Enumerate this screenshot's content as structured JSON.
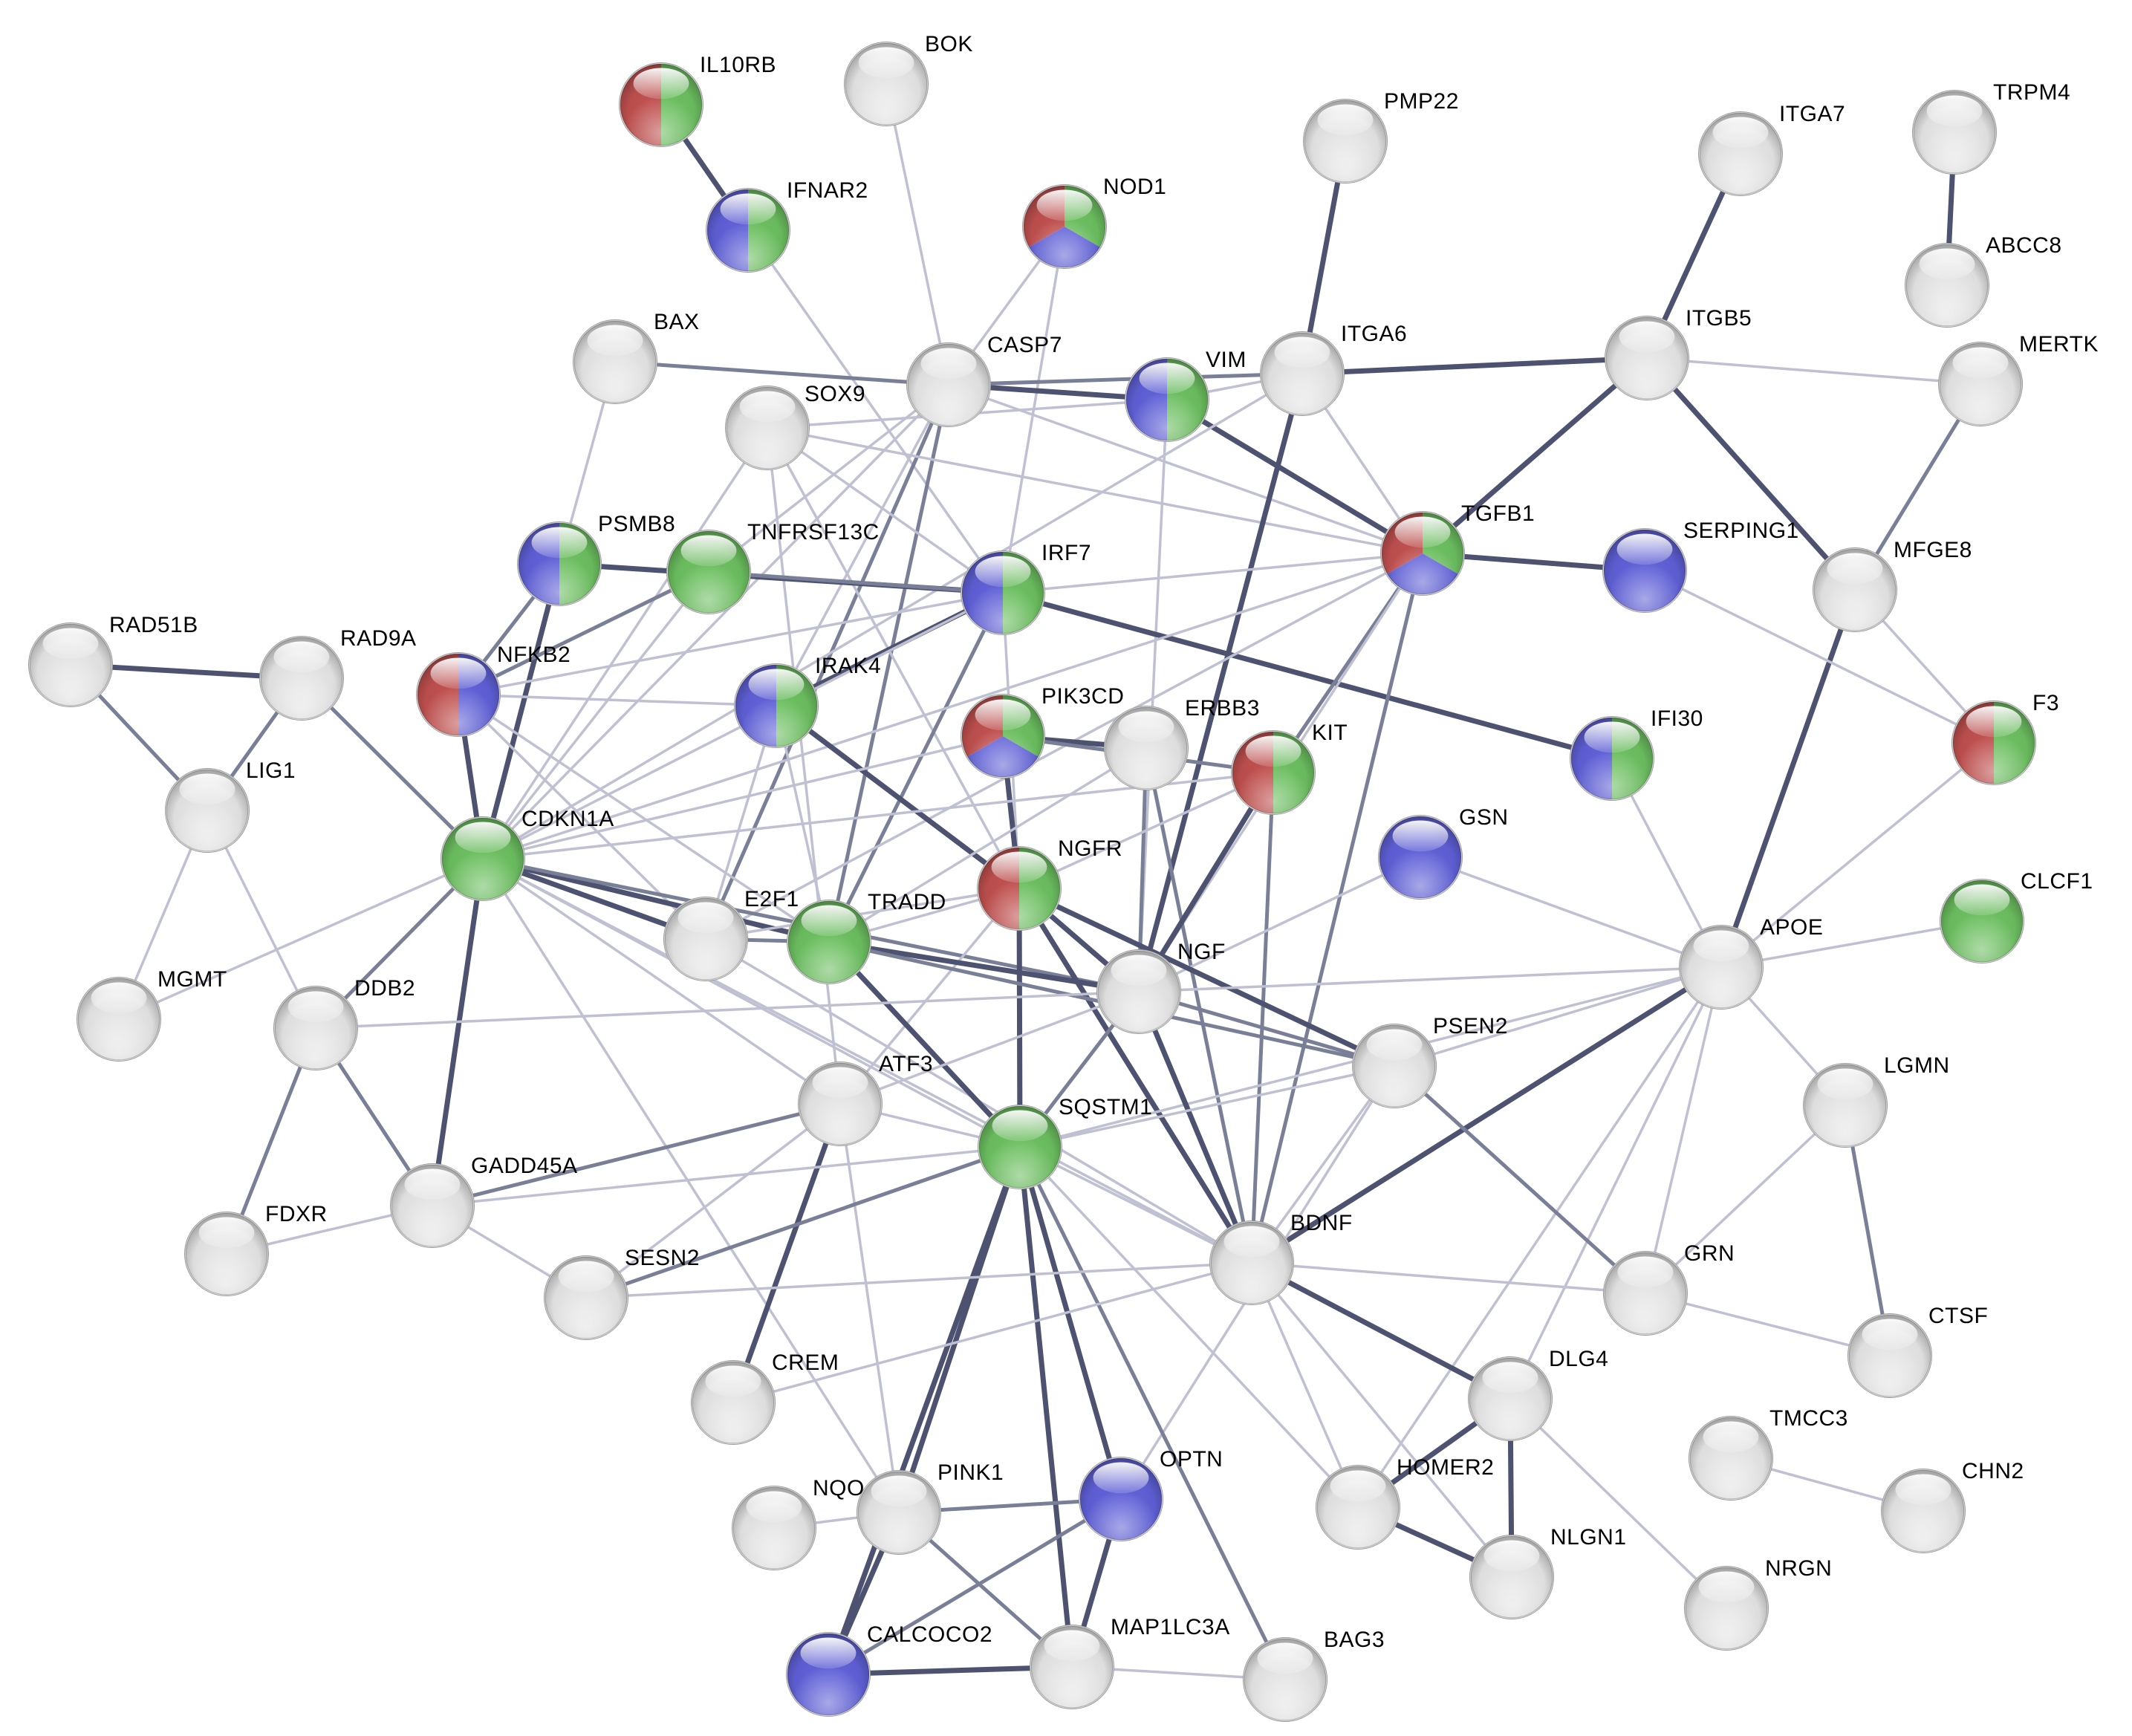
{
  "colors": {
    "red": "#c0504f",
    "green": "#6cbf60",
    "blue": "#6060d8",
    "white": "#e6e6e6",
    "edge_strong": "#4d5270",
    "edge_medium": "#7a7f98",
    "edge_weak": "#bfc1d2"
  },
  "nodes": [
    {
      "id": "IL10RB",
      "label": "IL10RB",
      "colors": [
        "red",
        "green"
      ]
    },
    {
      "id": "BOK",
      "label": "BOK",
      "colors": []
    },
    {
      "id": "IFNAR2",
      "label": "IFNAR2",
      "colors": [
        "blue",
        "green"
      ]
    },
    {
      "id": "NOD1",
      "label": "NOD1",
      "colors": [
        "red",
        "green",
        "blue"
      ]
    },
    {
      "id": "PMP22",
      "label": "PMP22",
      "colors": []
    },
    {
      "id": "ITGA7",
      "label": "ITGA7",
      "colors": []
    },
    {
      "id": "TRPM4",
      "label": "TRPM4",
      "colors": []
    },
    {
      "id": "ABCC8",
      "label": "ABCC8",
      "colors": []
    },
    {
      "id": "BAX",
      "label": "BAX",
      "colors": []
    },
    {
      "id": "CASP7",
      "label": "CASP7",
      "colors": []
    },
    {
      "id": "SOX9",
      "label": "SOX9",
      "colors": []
    },
    {
      "id": "VIM",
      "label": "VIM",
      "colors": [
        "blue",
        "green"
      ]
    },
    {
      "id": "ITGA6",
      "label": "ITGA6",
      "colors": []
    },
    {
      "id": "ITGB5",
      "label": "ITGB5",
      "colors": []
    },
    {
      "id": "MERTK",
      "label": "MERTK",
      "colors": []
    },
    {
      "id": "PSMB8",
      "label": "PSMB8",
      "colors": [
        "blue",
        "green"
      ]
    },
    {
      "id": "TNFRSF13C",
      "label": "TNFRSF13C",
      "colors": [
        "green"
      ]
    },
    {
      "id": "IRF7",
      "label": "IRF7",
      "colors": [
        "blue",
        "green"
      ]
    },
    {
      "id": "TGFB1",
      "label": "TGFB1",
      "colors": [
        "red",
        "green",
        "blue"
      ]
    },
    {
      "id": "SERPING1",
      "label": "SERPING1",
      "colors": [
        "blue"
      ]
    },
    {
      "id": "MFGE8",
      "label": "MFGE8",
      "colors": []
    },
    {
      "id": "RAD51B",
      "label": "RAD51B",
      "colors": []
    },
    {
      "id": "RAD9A",
      "label": "RAD9A",
      "colors": []
    },
    {
      "id": "NFKB2",
      "label": "NFKB2",
      "colors": [
        "red",
        "blue"
      ]
    },
    {
      "id": "IRAK4",
      "label": "IRAK4",
      "colors": [
        "blue",
        "green"
      ]
    },
    {
      "id": "PIK3CD",
      "label": "PIK3CD",
      "colors": [
        "red",
        "green",
        "blue"
      ]
    },
    {
      "id": "ERBB3",
      "label": "ERBB3",
      "colors": []
    },
    {
      "id": "KIT",
      "label": "KIT",
      "colors": [
        "red",
        "green"
      ]
    },
    {
      "id": "IFI30",
      "label": "IFI30",
      "colors": [
        "blue",
        "green"
      ]
    },
    {
      "id": "F3",
      "label": "F3",
      "colors": [
        "red",
        "green"
      ]
    },
    {
      "id": "LIG1",
      "label": "LIG1",
      "colors": []
    },
    {
      "id": "CDKN1A",
      "label": "CDKN1A",
      "colors": [
        "green"
      ]
    },
    {
      "id": "GSN",
      "label": "GSN",
      "colors": [
        "blue"
      ]
    },
    {
      "id": "NGFR",
      "label": "NGFR",
      "colors": [
        "red",
        "green"
      ]
    },
    {
      "id": "E2F1",
      "label": "E2F1",
      "colors": []
    },
    {
      "id": "TRADD",
      "label": "TRADD",
      "colors": [
        "green"
      ]
    },
    {
      "id": "CLCF1",
      "label": "CLCF1",
      "colors": [
        "green"
      ]
    },
    {
      "id": "APOE",
      "label": "APOE",
      "colors": []
    },
    {
      "id": "MGMT",
      "label": "MGMT",
      "colors": []
    },
    {
      "id": "DDB2",
      "label": "DDB2",
      "colors": []
    },
    {
      "id": "NGF",
      "label": "NGF",
      "colors": []
    },
    {
      "id": "PSEN2",
      "label": "PSEN2",
      "colors": []
    },
    {
      "id": "LGMN",
      "label": "LGMN",
      "colors": []
    },
    {
      "id": "ATF3",
      "label": "ATF3",
      "colors": []
    },
    {
      "id": "SQSTM1",
      "label": "SQSTM1",
      "colors": [
        "green"
      ]
    },
    {
      "id": "GADD45A",
      "label": "GADD45A",
      "colors": []
    },
    {
      "id": "FDXR",
      "label": "FDXR",
      "colors": []
    },
    {
      "id": "BDNF",
      "label": "BDNF",
      "colors": []
    },
    {
      "id": "SESN2",
      "label": "SESN2",
      "colors": []
    },
    {
      "id": "GRN",
      "label": "GRN",
      "colors": []
    },
    {
      "id": "CTSF",
      "label": "CTSF",
      "colors": []
    },
    {
      "id": "CREM",
      "label": "CREM",
      "colors": []
    },
    {
      "id": "DLG4",
      "label": "DLG4",
      "colors": []
    },
    {
      "id": "TMCC3",
      "label": "TMCC3",
      "colors": []
    },
    {
      "id": "CHN2",
      "label": "CHN2",
      "colors": []
    },
    {
      "id": "NQO1",
      "label": "NQO",
      "colors": []
    },
    {
      "id": "PINK1",
      "label": "PINK1",
      "colors": []
    },
    {
      "id": "OPTN",
      "label": "OPTN",
      "colors": [
        "blue"
      ]
    },
    {
      "id": "HOMER2",
      "label": "HOMER2",
      "colors": []
    },
    {
      "id": "NLGN1",
      "label": "NLGN1",
      "colors": []
    },
    {
      "id": "NRGN",
      "label": "NRGN",
      "colors": []
    },
    {
      "id": "CALCOCO2",
      "label": "CALCOCO2",
      "colors": [
        "blue"
      ]
    },
    {
      "id": "MAP1LC3A",
      "label": "MAP1LC3A",
      "colors": []
    },
    {
      "id": "BAG3",
      "label": "BAG3",
      "colors": []
    }
  ],
  "edges": [
    [
      "IL10RB",
      "IFNAR2",
      "strong"
    ],
    [
      "IFNAR2",
      "IRF7",
      "weak"
    ],
    [
      "BOK",
      "CASP7",
      "weak"
    ],
    [
      "NOD1",
      "CASP7",
      "weak"
    ],
    [
      "NOD1",
      "IRF7",
      "weak"
    ],
    [
      "PMP22",
      "ITGA6",
      "strong"
    ],
    [
      "ITGA7",
      "ITGB5",
      "strong"
    ],
    [
      "TRPM4",
      "ABCC8",
      "strong"
    ],
    [
      "BAX",
      "CASP7",
      "medium"
    ],
    [
      "BAX",
      "PSMB8",
      "weak"
    ],
    [
      "CASP7",
      "VIM",
      "strong"
    ],
    [
      "CASP7",
      "ITGA6",
      "medium"
    ],
    [
      "CASP7",
      "TNFRSF13C",
      "weak"
    ],
    [
      "CASP7",
      "E2F1",
      "medium"
    ],
    [
      "CASP7",
      "TRADD",
      "medium"
    ],
    [
      "CASP7",
      "CDKN1A",
      "weak"
    ],
    [
      "CASP7",
      "TGFB1",
      "weak"
    ],
    [
      "CASP7",
      "IRAK4",
      "weak"
    ],
    [
      "SOX9",
      "TGFB1",
      "weak"
    ],
    [
      "SOX9",
      "ATF3",
      "weak"
    ],
    [
      "SOX9",
      "IRF7",
      "weak"
    ],
    [
      "SOX9",
      "NGFR",
      "weak"
    ],
    [
      "SOX9",
      "CDKN1A",
      "weak"
    ],
    [
      "SOX9",
      "VIM",
      "weak"
    ],
    [
      "VIM",
      "ITGA6",
      "weak"
    ],
    [
      "VIM",
      "TGFB1",
      "strong"
    ],
    [
      "VIM",
      "NGF",
      "weak"
    ],
    [
      "ITGA6",
      "ITGB5",
      "strong"
    ],
    [
      "ITGA6",
      "TGFB1",
      "weak"
    ],
    [
      "ITGA6",
      "NGF",
      "strong"
    ],
    [
      "ITGA6",
      "CDKN1A",
      "weak"
    ],
    [
      "ITGB5",
      "TGFB1",
      "strong"
    ],
    [
      "ITGB5",
      "MFGE8",
      "strong"
    ],
    [
      "ITGB5",
      "MERTK",
      "weak"
    ],
    [
      "MERTK",
      "MFGE8",
      "medium"
    ],
    [
      "MFGE8",
      "F3",
      "weak"
    ],
    [
      "MFGE8",
      "APOE",
      "strong"
    ],
    [
      "PSMB8",
      "IRF7",
      "strong"
    ],
    [
      "PSMB8",
      "NFKB2",
      "medium"
    ],
    [
      "PSMB8",
      "CDKN1A",
      "strong"
    ],
    [
      "TNFRSF13C",
      "NFKB2",
      "medium"
    ],
    [
      "TNFRSF13C",
      "IRF7",
      "medium"
    ],
    [
      "TNFRSF13C",
      "CDKN1A",
      "weak"
    ],
    [
      "IRF7",
      "IFI30",
      "strong"
    ],
    [
      "IRF7",
      "IRAK4",
      "strong"
    ],
    [
      "IRF7",
      "TGFB1",
      "weak"
    ],
    [
      "IRF7",
      "TRADD",
      "medium"
    ],
    [
      "IRF7",
      "CDKN1A",
      "weak"
    ],
    [
      "IRF7",
      "NFKB2",
      "weak"
    ],
    [
      "IRF7",
      "NGFR",
      "weak"
    ],
    [
      "TGFB1",
      "SERPING1",
      "strong"
    ],
    [
      "TGFB1",
      "KIT",
      "medium"
    ],
    [
      "TGFB1",
      "BDNF",
      "medium"
    ],
    [
      "TGFB1",
      "CDKN1A",
      "weak"
    ],
    [
      "TGFB1",
      "NGF",
      "weak"
    ],
    [
      "TGFB1",
      "E2F1",
      "weak"
    ],
    [
      "SERPING1",
      "F3",
      "weak"
    ],
    [
      "RAD51B",
      "RAD9A",
      "strong"
    ],
    [
      "RAD51B",
      "LIG1",
      "medium"
    ],
    [
      "RAD9A",
      "LIG1",
      "medium"
    ],
    [
      "RAD9A",
      "CDKN1A",
      "medium"
    ],
    [
      "NFKB2",
      "IRAK4",
      "weak"
    ],
    [
      "NFKB2",
      "CDKN1A",
      "strong"
    ],
    [
      "NFKB2",
      "E2F1",
      "weak"
    ],
    [
      "NFKB2",
      "TRADD",
      "weak"
    ],
    [
      "IRAK4",
      "TRADD",
      "weak"
    ],
    [
      "IRAK4",
      "NGFR",
      "strong"
    ],
    [
      "IRAK4",
      "E2F1",
      "weak"
    ],
    [
      "PIK3CD",
      "ERBB3",
      "strong"
    ],
    [
      "PIK3CD",
      "NGFR",
      "strong"
    ],
    [
      "PIK3CD",
      "KIT",
      "medium"
    ],
    [
      "PIK3CD",
      "CDKN1A",
      "weak"
    ],
    [
      "ERBB3",
      "NGF",
      "medium"
    ],
    [
      "ERBB3",
      "BDNF",
      "medium"
    ],
    [
      "ERBB3",
      "TRADD",
      "weak"
    ],
    [
      "KIT",
      "NGF",
      "strong"
    ],
    [
      "KIT",
      "NGFR",
      "weak"
    ],
    [
      "KIT",
      "BDNF",
      "medium"
    ],
    [
      "KIT",
      "CDKN1A",
      "weak"
    ],
    [
      "IFI30",
      "APOE",
      "weak"
    ],
    [
      "F3",
      "APOE",
      "weak"
    ],
    [
      "LIG1",
      "MGMT",
      "weak"
    ],
    [
      "LIG1",
      "DDB2",
      "weak"
    ],
    [
      "CDKN1A",
      "E2F1",
      "strong"
    ],
    [
      "CDKN1A",
      "TRADD",
      "strong"
    ],
    [
      "CDKN1A",
      "DDB2",
      "medium"
    ],
    [
      "CDKN1A",
      "GADD45A",
      "strong"
    ],
    [
      "CDKN1A",
      "MGMT",
      "weak"
    ],
    [
      "CDKN1A",
      "NGF",
      "medium"
    ],
    [
      "CDKN1A",
      "ATF3",
      "weak"
    ],
    [
      "CDKN1A",
      "SQSTM1",
      "weak"
    ],
    [
      "CDKN1A",
      "BDNF",
      "weak"
    ],
    [
      "CDKN1A",
      "PINK1",
      "weak"
    ],
    [
      "GSN",
      "APOE",
      "weak"
    ],
    [
      "GSN",
      "NGF",
      "weak"
    ],
    [
      "NGFR",
      "TRADD",
      "weak"
    ],
    [
      "NGFR",
      "NGF",
      "strong"
    ],
    [
      "NGFR",
      "BDNF",
      "strong"
    ],
    [
      "NGFR",
      "SQSTM1",
      "strong"
    ],
    [
      "NGFR",
      "PSEN2",
      "strong"
    ],
    [
      "NGFR",
      "ATF3",
      "weak"
    ],
    [
      "NGFR",
      "E2F1",
      "weak"
    ],
    [
      "E2F1",
      "TRADD",
      "medium"
    ],
    [
      "E2F1",
      "BDNF",
      "weak"
    ],
    [
      "TRADD",
      "SQSTM1",
      "strong"
    ],
    [
      "TRADD",
      "NGF",
      "strong"
    ],
    [
      "TRADD",
      "PSEN2",
      "medium"
    ],
    [
      "CLCF1",
      "APOE",
      "weak"
    ],
    [
      "APOE",
      "PSEN2",
      "weak"
    ],
    [
      "APOE",
      "BDNF",
      "strong"
    ],
    [
      "APOE",
      "NGF",
      "weak"
    ],
    [
      "APOE",
      "GRN",
      "weak"
    ],
    [
      "APOE",
      "LGMN",
      "weak"
    ],
    [
      "APOE",
      "SQSTM1",
      "weak"
    ],
    [
      "APOE",
      "DLG4",
      "weak"
    ],
    [
      "APOE",
      "HOMER2",
      "weak"
    ],
    [
      "DDB2",
      "FDXR",
      "medium"
    ],
    [
      "DDB2",
      "GADD45A",
      "medium"
    ],
    [
      "DDB2",
      "NGF",
      "weak"
    ],
    [
      "NGF",
      "BDNF",
      "strong"
    ],
    [
      "NGF",
      "PSEN2",
      "medium"
    ],
    [
      "NGF",
      "SQSTM1",
      "medium"
    ],
    [
      "NGF",
      "ATF3",
      "weak"
    ],
    [
      "PSEN2",
      "SQSTM1",
      "weak"
    ],
    [
      "PSEN2",
      "GRN",
      "medium"
    ],
    [
      "PSEN2",
      "BDNF",
      "weak"
    ],
    [
      "PSEN2",
      "OPTN",
      "weak"
    ],
    [
      "LGMN",
      "CTSF",
      "medium"
    ],
    [
      "LGMN",
      "GRN",
      "weak"
    ],
    [
      "ATF3",
      "CREM",
      "strong"
    ],
    [
      "ATF3",
      "GADD45A",
      "medium"
    ],
    [
      "ATF3",
      "SQSTM1",
      "weak"
    ],
    [
      "ATF3",
      "PINK1",
      "weak"
    ],
    [
      "ATF3",
      "SESN2",
      "weak"
    ],
    [
      "SQSTM1",
      "BDNF",
      "weak"
    ],
    [
      "SQSTM1",
      "PINK1",
      "strong"
    ],
    [
      "SQSTM1",
      "OPTN",
      "strong"
    ],
    [
      "SQSTM1",
      "CALCOCO2",
      "strong"
    ],
    [
      "SQSTM1",
      "MAP1LC3A",
      "strong"
    ],
    [
      "SQSTM1",
      "BAG3",
      "medium"
    ],
    [
      "SQSTM1",
      "SESN2",
      "medium"
    ],
    [
      "SQSTM1",
      "GADD45A",
      "weak"
    ],
    [
      "SQSTM1",
      "HOMER2",
      "weak"
    ],
    [
      "GADD45A",
      "FDXR",
      "weak"
    ],
    [
      "GADD45A",
      "SESN2",
      "weak"
    ],
    [
      "BDNF",
      "DLG4",
      "strong"
    ],
    [
      "BDNF",
      "HOMER2",
      "weak"
    ],
    [
      "BDNF",
      "NLGN1",
      "weak"
    ],
    [
      "BDNF",
      "GRN",
      "weak"
    ],
    [
      "BDNF",
      "SESN2",
      "weak"
    ],
    [
      "BDNF",
      "CREM",
      "weak"
    ],
    [
      "GRN",
      "CTSF",
      "weak"
    ],
    [
      "DLG4",
      "HOMER2",
      "strong"
    ],
    [
      "DLG4",
      "NLGN1",
      "strong"
    ],
    [
      "DLG4",
      "NRGN",
      "weak"
    ],
    [
      "HOMER2",
      "NLGN1",
      "strong"
    ],
    [
      "TMCC3",
      "CHN2",
      "weak"
    ],
    [
      "NQO1",
      "PINK1",
      "weak"
    ],
    [
      "PINK1",
      "OPTN",
      "medium"
    ],
    [
      "PINK1",
      "CALCOCO2",
      "strong"
    ],
    [
      "PINK1",
      "MAP1LC3A",
      "medium"
    ],
    [
      "OPTN",
      "CALCOCO2",
      "medium"
    ],
    [
      "OPTN",
      "MAP1LC3A",
      "strong"
    ],
    [
      "CALCOCO2",
      "MAP1LC3A",
      "strong"
    ],
    [
      "MAP1LC3A",
      "BAG3",
      "weak"
    ]
  ]
}
